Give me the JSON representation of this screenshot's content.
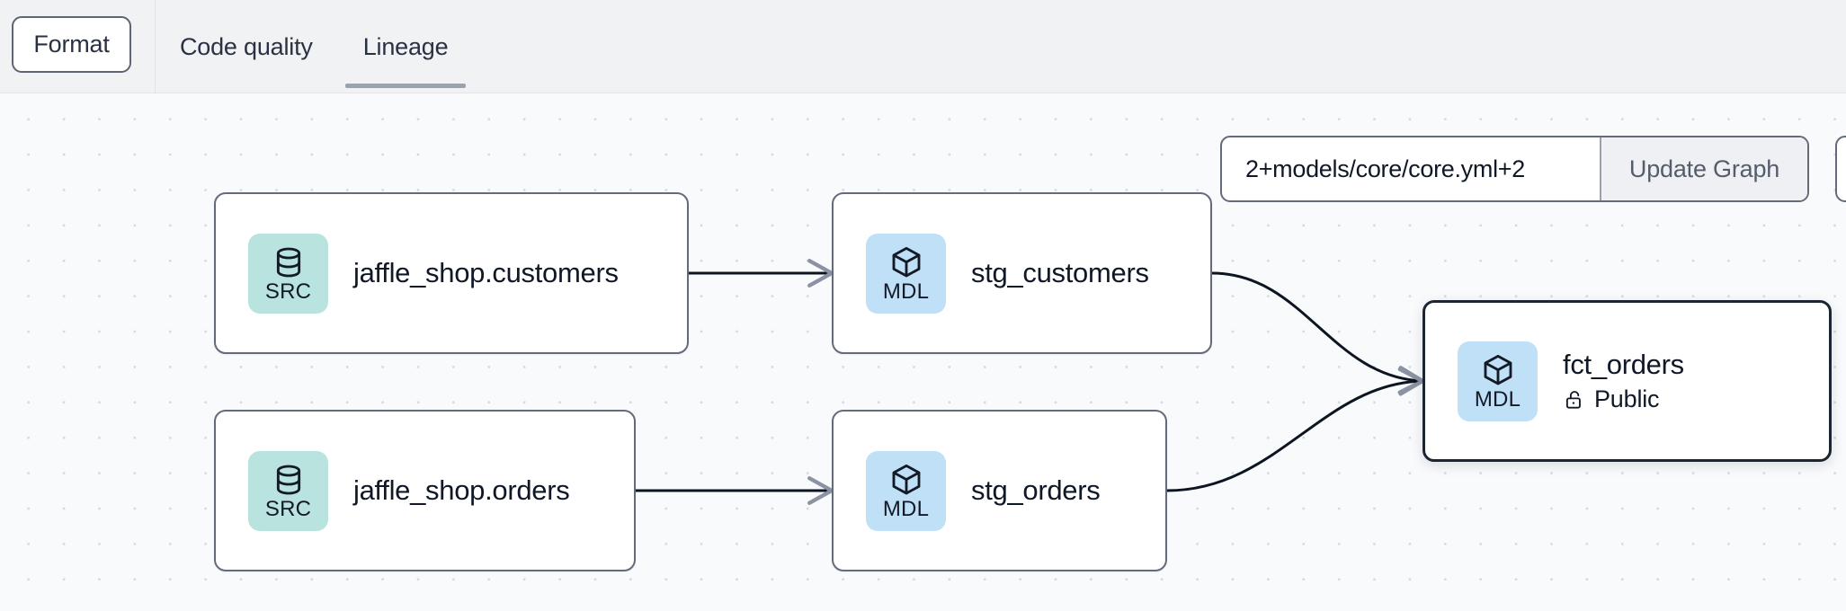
{
  "header": {
    "format_label": "Format",
    "tabs": [
      {
        "label": "Code quality",
        "active": false
      },
      {
        "label": "Lineage",
        "active": true
      }
    ]
  },
  "graph_toolbar": {
    "selector_value": "2+models/core/core.yml+2",
    "selector_placeholder": "2+models/core/core.yml+2",
    "update_label": "Update Graph"
  },
  "lineage": {
    "nodes": [
      {
        "id": "jaffle_shop_customers",
        "badge": "SRC",
        "icon": "database-icon",
        "title": "jaffle_shop.customers",
        "subtitle": null,
        "subtitle_icon": null,
        "selected": false
      },
      {
        "id": "stg_customers",
        "badge": "MDL",
        "icon": "cube-icon",
        "title": "stg_customers",
        "subtitle": null,
        "subtitle_icon": null,
        "selected": false
      },
      {
        "id": "jaffle_shop_orders",
        "badge": "SRC",
        "icon": "database-icon",
        "title": "jaffle_shop.orders",
        "subtitle": null,
        "subtitle_icon": null,
        "selected": false
      },
      {
        "id": "stg_orders",
        "badge": "MDL",
        "icon": "cube-icon",
        "title": "stg_orders",
        "subtitle": null,
        "subtitle_icon": null,
        "selected": false
      },
      {
        "id": "fct_orders",
        "badge": "MDL",
        "icon": "cube-icon",
        "title": "fct_orders",
        "subtitle": "Public",
        "subtitle_icon": "unlock-icon",
        "selected": true
      }
    ],
    "edges": [
      {
        "from": "jaffle_shop_customers",
        "to": "stg_customers"
      },
      {
        "from": "jaffle_shop_orders",
        "to": "stg_orders"
      },
      {
        "from": "stg_customers",
        "to": "fct_orders"
      },
      {
        "from": "stg_orders",
        "to": "fct_orders"
      }
    ]
  },
  "colors": {
    "src_badge": "#b9e3de",
    "mdl_badge": "#bfe0f6",
    "node_border": "#636b7b",
    "selected_border": "#1d2432",
    "canvas_bg": "#f8fafc",
    "header_bg": "#f1f2f4",
    "tab_underline": "#98a2b3",
    "edge": "#101828"
  }
}
